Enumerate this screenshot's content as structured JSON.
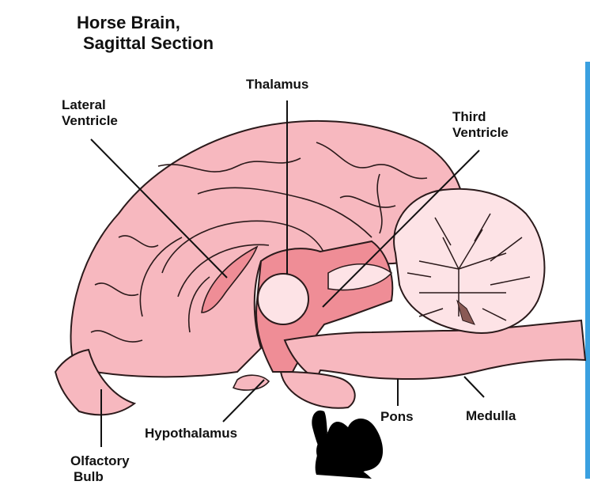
{
  "title": {
    "line1": "Horse Brain,",
    "line2": "Sagittal Section"
  },
  "labels": {
    "lateral_ventricle_1": "Lateral",
    "lateral_ventricle_2": "Ventricle",
    "thalamus": "Thalamus",
    "third_ventricle_1": "Third",
    "third_ventricle_2": "Ventricle",
    "hypothalamus": "Hypothalamus",
    "pons": "Pons",
    "medulla": "Medulla",
    "olfactory_bulb_1": "Olfactory",
    "olfactory_bulb_2": "Bulb"
  },
  "colors": {
    "cerebrum": "#f7b8bf",
    "deep_tissue": "#ef8d96",
    "highlight": "#fde3e6",
    "outline": "#2b1a1b",
    "redaction": "#000000",
    "frame_edge": "#3aa0e0"
  }
}
